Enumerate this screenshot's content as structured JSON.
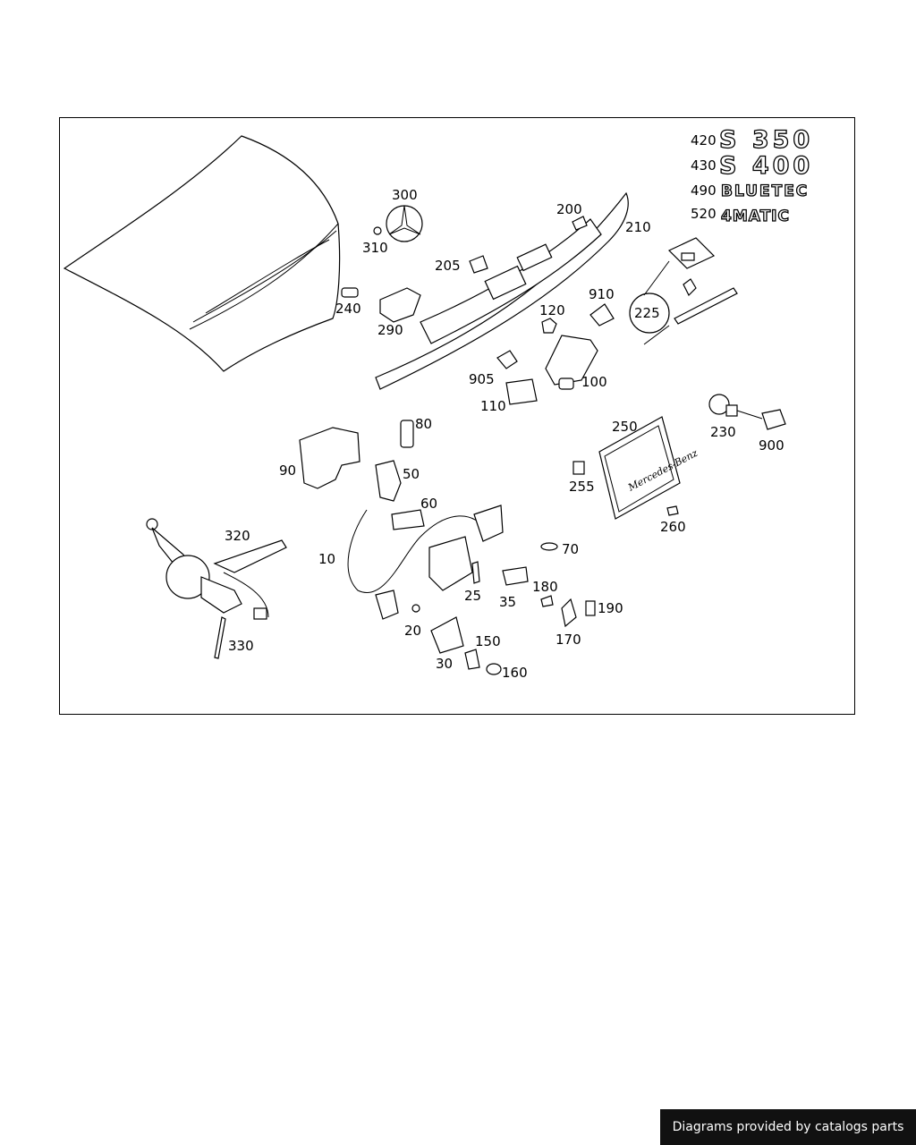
{
  "diagram": {
    "callouts": [
      "300",
      "310",
      "240",
      "290",
      "205",
      "200",
      "210",
      "120",
      "910",
      "225",
      "905",
      "100",
      "110",
      "80",
      "90",
      "50",
      "60",
      "250",
      "255",
      "230",
      "900",
      "260",
      "320",
      "10",
      "70",
      "25",
      "35",
      "180",
      "190",
      "20",
      "170",
      "150",
      "30",
      "160",
      "330"
    ],
    "emblems": [
      {
        "number": "420",
        "text": "S 350"
      },
      {
        "number": "430",
        "text": "S 400"
      },
      {
        "number": "490",
        "text": "BLUETEC"
      },
      {
        "number": "520",
        "text": "4MATIC"
      }
    ],
    "plate_text": "Mercedes-Benz"
  },
  "footer": {
    "credit": "Diagrams provided by catalogs parts"
  }
}
